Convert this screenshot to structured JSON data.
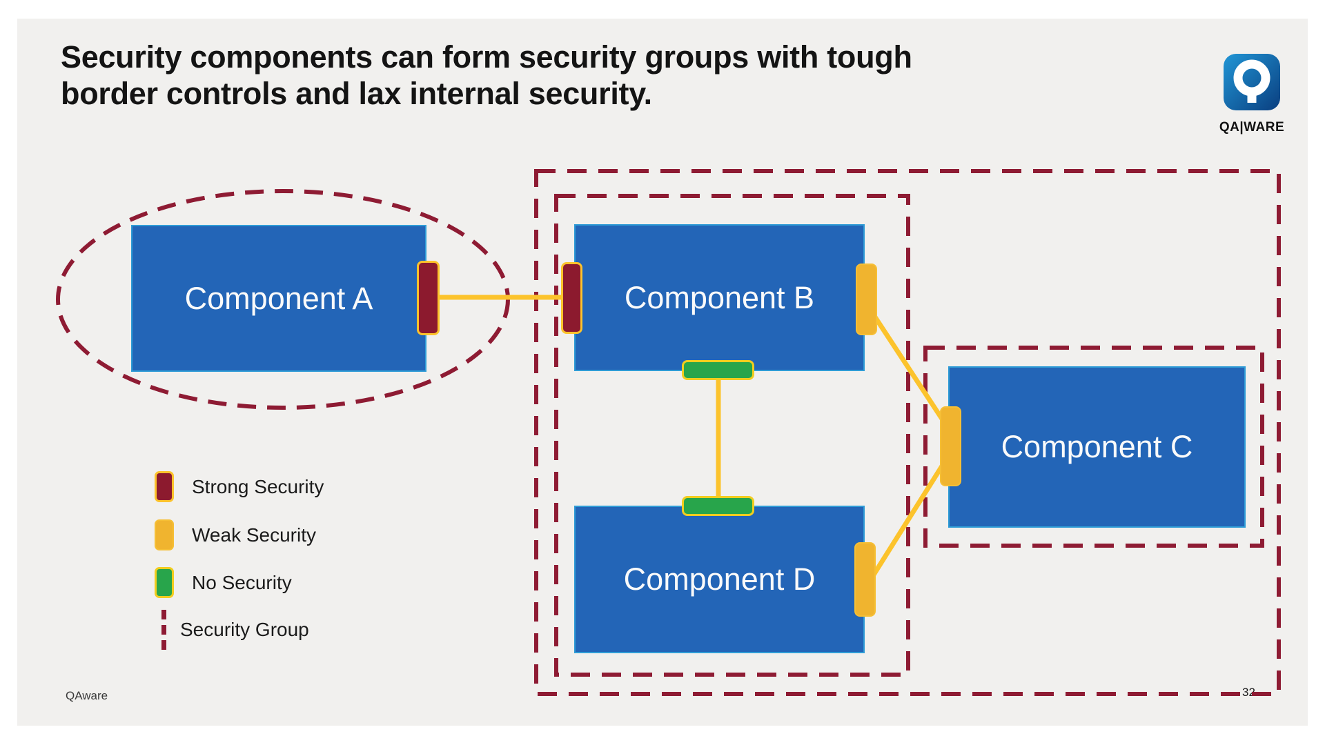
{
  "slide": {
    "title_lines": {
      "line1": "Security components can form security groups with tough",
      "line2": "border controls and lax internal security."
    },
    "footer_left": "QAware",
    "page_number": "32"
  },
  "logo": {
    "text": "QA|WARE"
  },
  "diagram": {
    "components": {
      "a": {
        "label": "Component A"
      },
      "b": {
        "label": "Component B"
      },
      "c": {
        "label": "Component C"
      },
      "d": {
        "label": "Component D"
      }
    },
    "ports": [
      {
        "on": "Component A right edge",
        "security": "strong"
      },
      {
        "on": "Component B left edge",
        "security": "strong"
      },
      {
        "on": "Component B right edge",
        "security": "weak"
      },
      {
        "on": "Component B bottom edge",
        "security": "none"
      },
      {
        "on": "Component D top edge",
        "security": "none"
      },
      {
        "on": "Component D right edge",
        "security": "weak"
      },
      {
        "on": "Component C left edge",
        "security": "weak"
      }
    ],
    "connections": [
      "Component A - Component B",
      "Component B - Component D",
      "Component B - Component C",
      "Component D - Component C"
    ],
    "security_groups": [
      "ellipse around Component A",
      "outer group around B, C, D",
      "inner group around B and D",
      "inner group around C"
    ]
  },
  "legend": {
    "items": [
      {
        "label": "Strong Security",
        "type": "strong"
      },
      {
        "label": "Weak Security",
        "type": "weak"
      },
      {
        "label": "No Security",
        "type": "none"
      },
      {
        "label": "Security Group",
        "type": "group"
      }
    ]
  },
  "colors": {
    "slide_background": "#f1f0ee",
    "component_blue": "#2365b7",
    "strong_security_maroon": "#8c1a2e",
    "security_group_dash": "#8e1b33",
    "weak_security_yellow": "#f0b42f",
    "connector_yellow": "#fcc32c",
    "no_security_green": "#28a54b",
    "logo_blue_top": "#2196d6",
    "logo_blue_bottom": "#0a3e7f"
  }
}
